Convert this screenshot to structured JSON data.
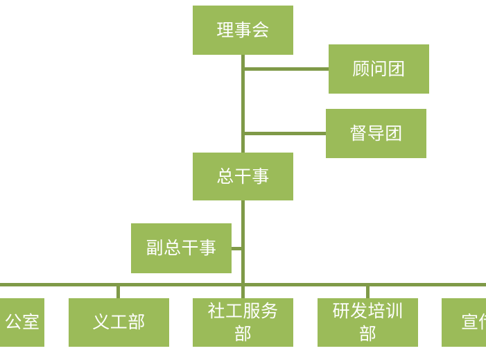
{
  "colors": {
    "box_fill": "#9bbb59",
    "connector": "#7f9a48",
    "text": "#ffffff",
    "background": "#ffffff"
  },
  "nodes": {
    "board": "理事会",
    "advisory": "顾问团",
    "supervision": "督导团",
    "director": "总干事",
    "deputy": "副总干事",
    "office": "公室",
    "volunteer": "义工部",
    "social_work": "社工服务部",
    "research": "研发培训部",
    "publicity": "宣传"
  }
}
